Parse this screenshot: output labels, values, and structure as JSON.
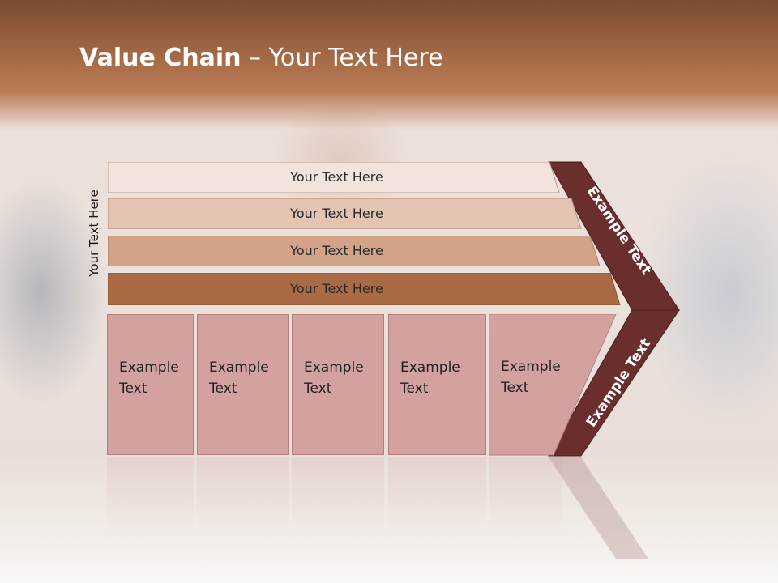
{
  "title": {
    "bold": "Value Chain",
    "rest": " – Your Text Here"
  },
  "side_label": "Your Text Here",
  "rows": [
    {
      "label": "Your Text Here",
      "color": "#f2e4dc"
    },
    {
      "label": "Your Text Here",
      "color": "#e3c4b2"
    },
    {
      "label": "Your Text Here",
      "color": "#d2a386"
    },
    {
      "label": "Your Text Here",
      "color": "#a96a45"
    }
  ],
  "columns": [
    {
      "line1": "Example",
      "line2": "Text"
    },
    {
      "line1": "Example",
      "line2": "Text"
    },
    {
      "line1": "Example",
      "line2": "Text"
    },
    {
      "line1": "Example",
      "line2": "Text"
    },
    {
      "line1": "Example",
      "line2": "Text"
    }
  ],
  "chevron": {
    "upper_text": "Example Text",
    "lower_text": "Example Text",
    "color": "#6a2e2e"
  }
}
